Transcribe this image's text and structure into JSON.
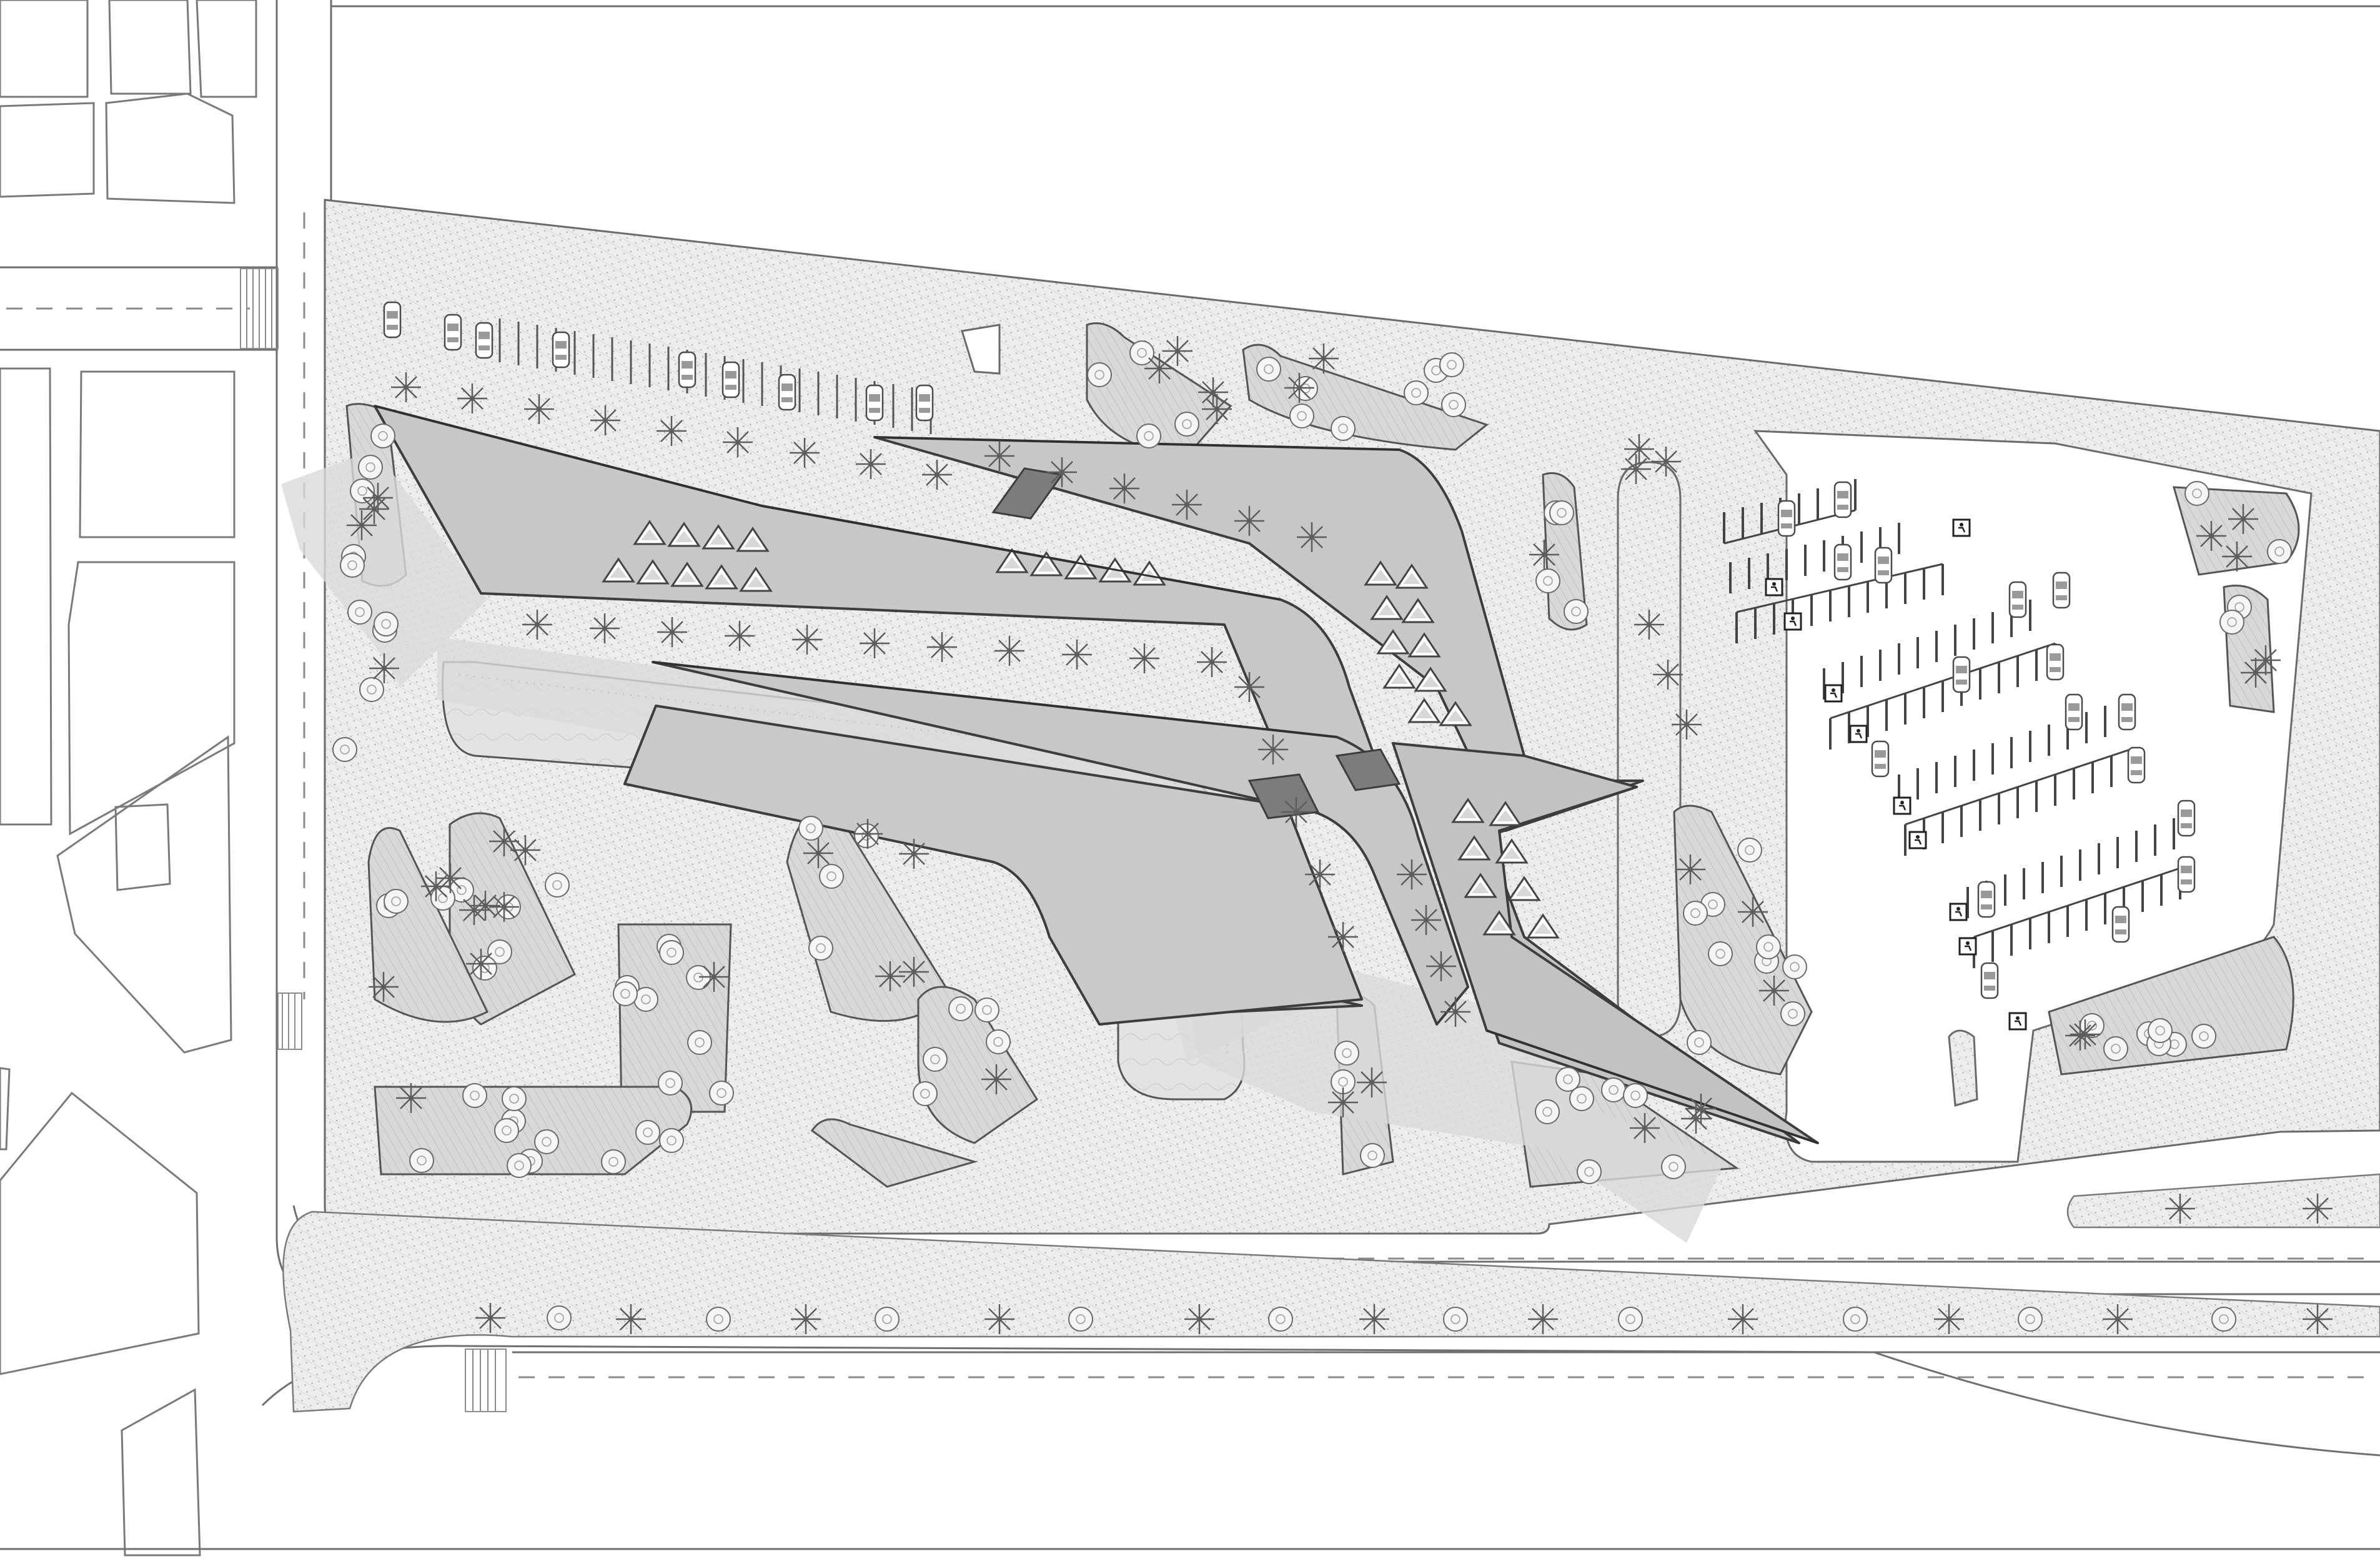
{
  "drawing": {
    "kind": "architectural site plan",
    "style": "monochrome line drawing with grey hatching",
    "colors": {
      "background": "#ffffff",
      "line": "#555555",
      "thin_line": "#8a8a8a",
      "hatch_fill": "#ececec",
      "roof_fill": "#c6c6c6",
      "shadow_fill": "#dadada",
      "bridge_fill": "#7c7c7c",
      "lawn_fill": "#d9d9d9",
      "tree_fill": "#f4f4f4"
    },
    "icons": [
      "tree-icon",
      "palm-icon",
      "car-icon",
      "accessible-parking-icon",
      "skylight-icon",
      "crosswalk"
    ]
  }
}
